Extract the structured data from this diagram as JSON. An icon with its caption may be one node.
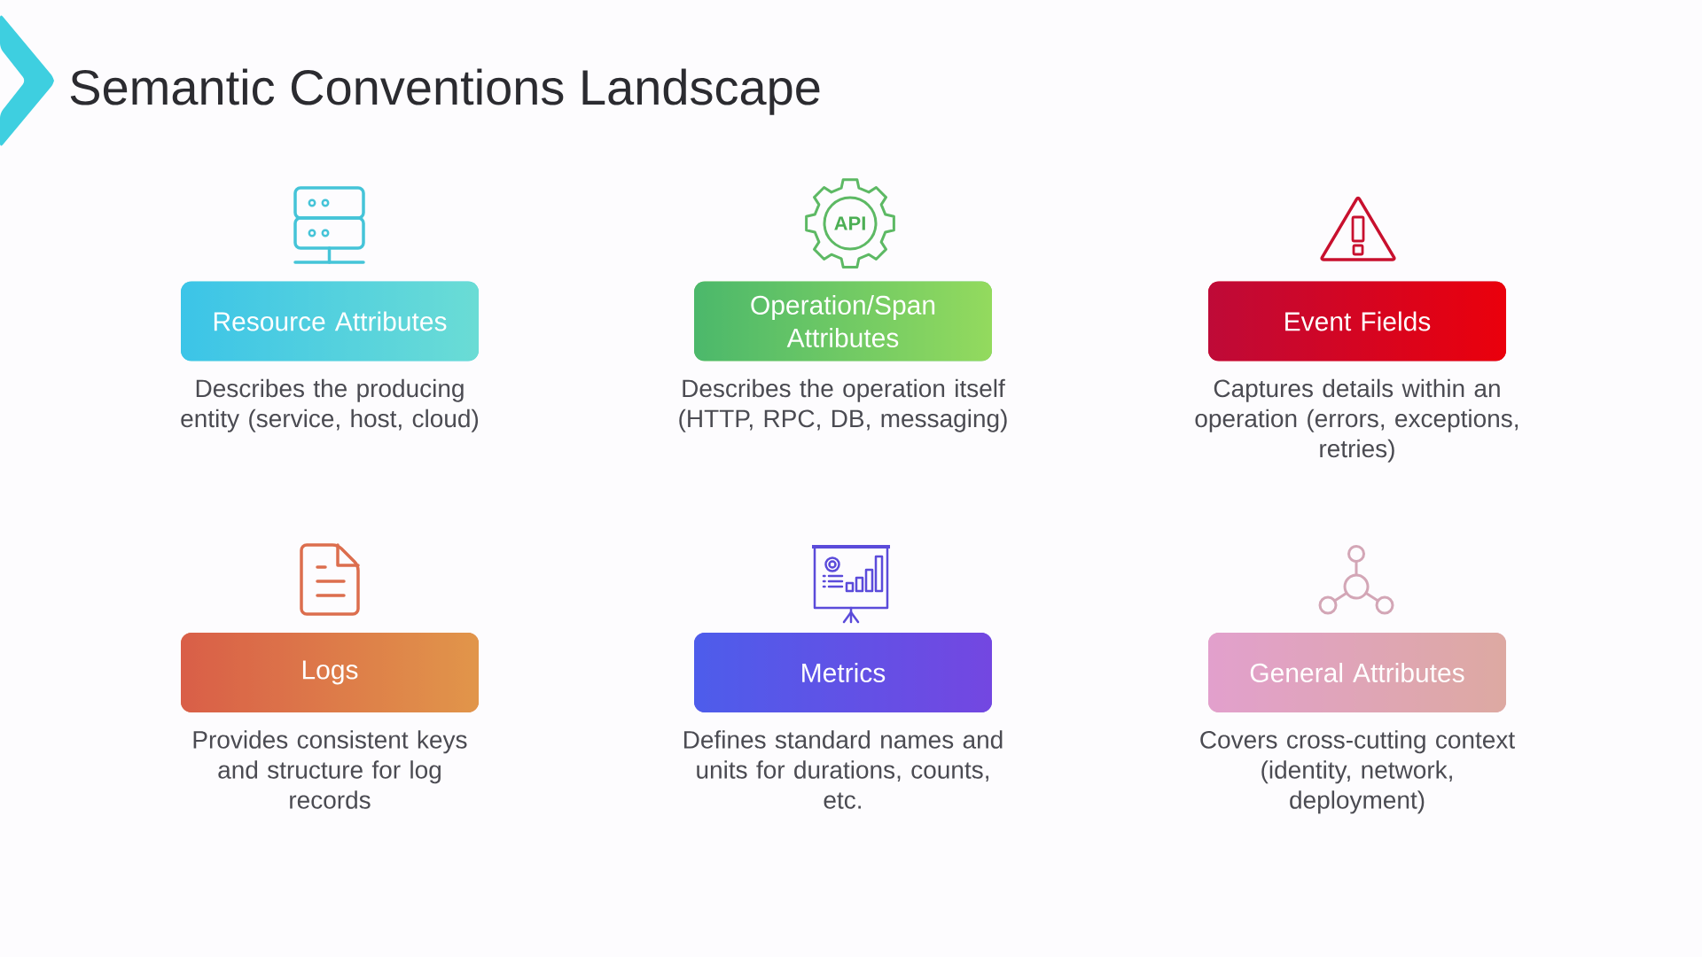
{
  "diagram": {
    "title": "Semantic Conventions Landscape",
    "nodes": [
      {
        "text": [
          "Resource Attributes"
        ],
        "beside": [
          "Describes the producing entity (service, host, cloud)"
        ]
      },
      {
        "text": [
          "Operation/Span Attributes"
        ],
        "beside": [
          "Describes the operation itself (HTTP, RPC, DB, messaging)"
        ]
      },
      {
        "text": [
          "Event Fields"
        ],
        "beside": [
          "Captures details within an operation (errors, exceptions, retries)"
        ]
      },
      {
        "text": [
          "Logs"
        ],
        "beside": [
          "Provides consistent keys and structure for log records"
        ]
      },
      {
        "text": [
          "Metrics"
        ],
        "beside": [
          "Defines standard names and units for durations, counts, etc."
        ]
      },
      {
        "text": [
          "General Attributes"
        ],
        "beside": [
          "Covers cross-cutting context (identity, network, deployment)"
        ]
      }
    ],
    "labels": [
      "API"
    ]
  }
}
